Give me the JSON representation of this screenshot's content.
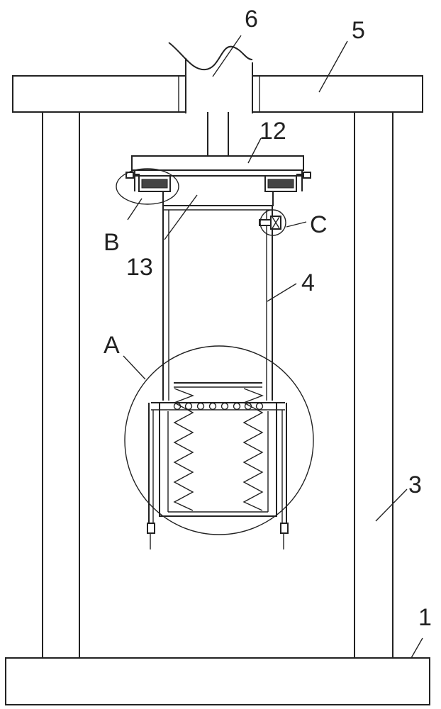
{
  "labels": {
    "l1": "1",
    "l3": "3",
    "l4": "4",
    "l5": "5",
    "l6": "6",
    "l12": "12",
    "l13": "13",
    "lA": "A",
    "lB": "B",
    "lC": "C"
  }
}
